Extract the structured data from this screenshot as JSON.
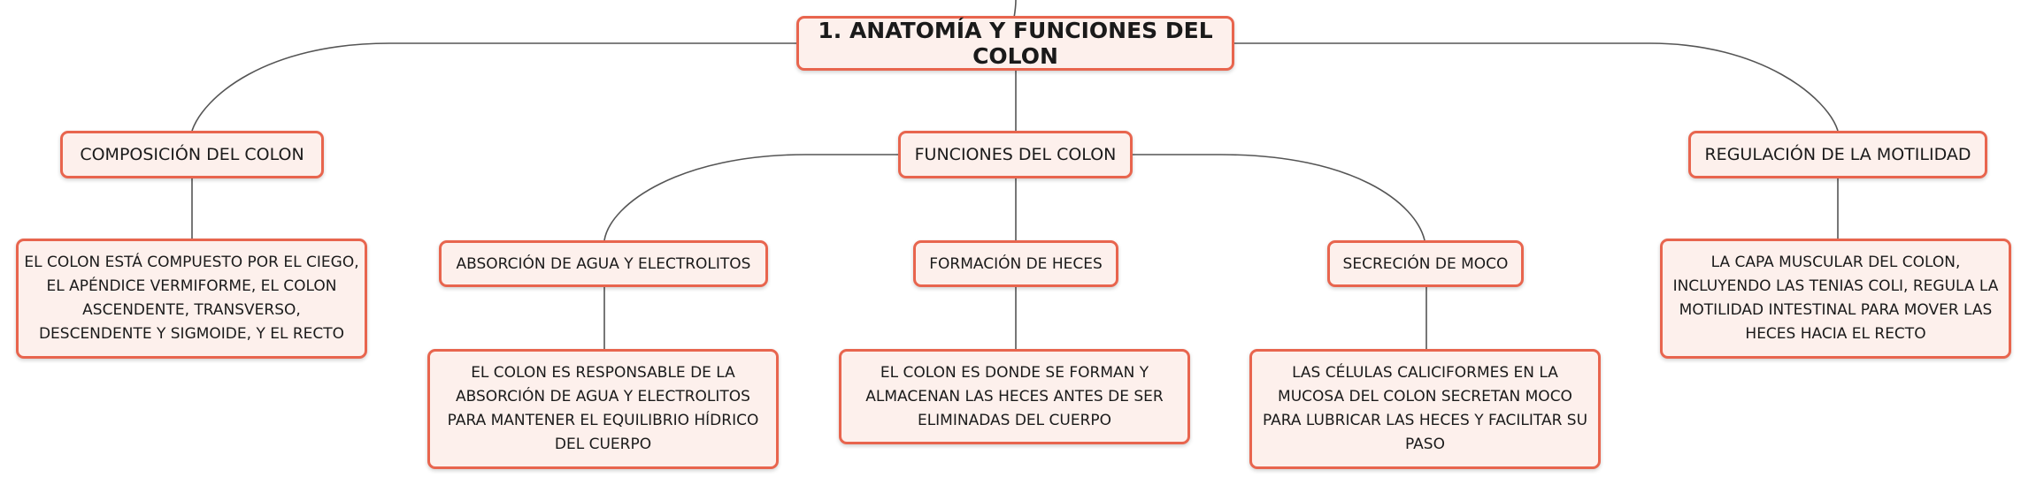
{
  "root": {
    "title": "1. ANATOMÍA Y FUNCIONES DEL COLON"
  },
  "branches": [
    {
      "title": "COMPOSICIÓN DEL COLON",
      "description": "EL COLON ESTÁ COMPUESTO POR EL CIEGO, EL APÉNDICE VERMIFORME, EL COLON ASCENDENTE, TRANSVERSO, DESCENDENTE Y SIGMOIDE, Y EL RECTO"
    },
    {
      "title": "FUNCIONES DEL COLON",
      "children": [
        {
          "title": "ABSORCIÓN DE AGUA Y ELECTROLITOS",
          "description": "EL COLON ES RESPONSABLE DE LA ABSORCIÓN DE AGUA Y ELECTROLITOS PARA MANTENER EL EQUILIBRIO HÍDRICO DEL CUERPO"
        },
        {
          "title": "FORMACIÓN DE HECES",
          "description": "EL COLON ES DONDE SE FORMAN Y ALMACENAN LAS HECES ANTES DE SER ELIMINADAS DEL CUERPO"
        },
        {
          "title": "SECRECIÓN DE MOCO",
          "description": "LAS CÉLULAS CALICIFORMES EN LA MUCOSA DEL COLON SECRETAN MOCO PARA LUBRICAR LAS HECES Y FACILITAR SU PASO"
        }
      ]
    },
    {
      "title": "REGULACIÓN DE LA MOTILIDAD",
      "description": "LA CAPA MUSCULAR DEL COLON, INCLUYENDO LAS TENIAS COLI, REGULA LA MOTILIDAD INTESTINAL PARA MOVER LAS HECES HACIA EL RECTO"
    }
  ],
  "colors": {
    "border": "#e8654e",
    "fill": "#fdf0ec",
    "line": "#555555"
  }
}
